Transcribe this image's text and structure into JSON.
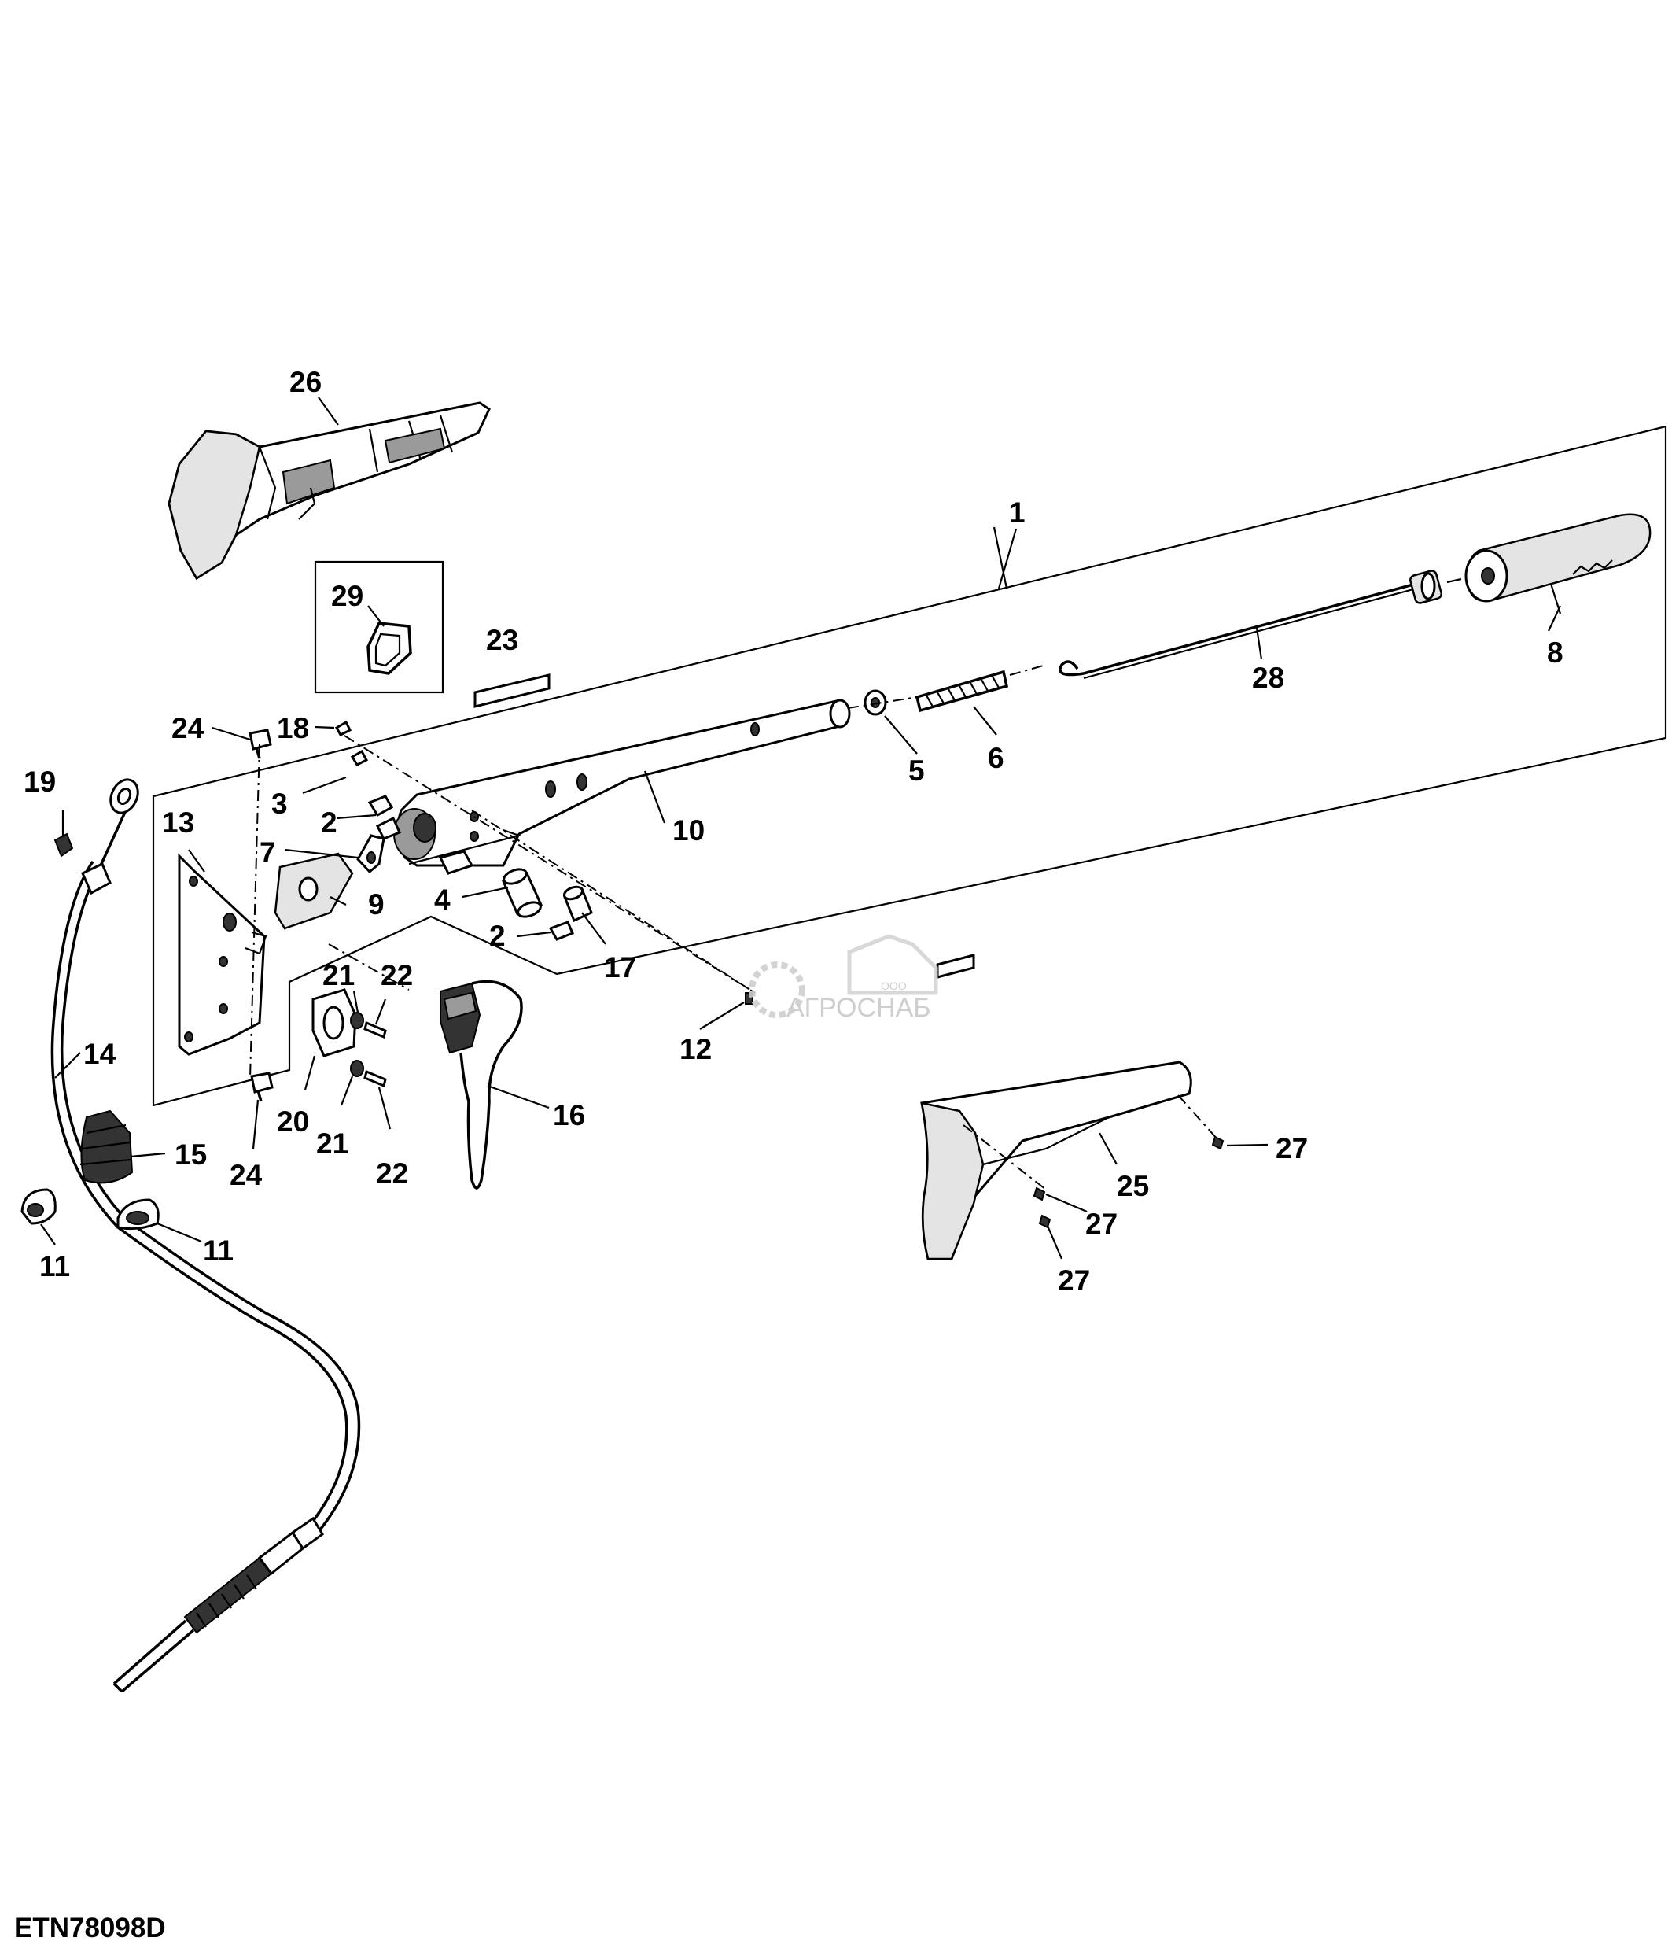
{
  "figure_code": "ETN78098D",
  "watermark": {
    "name": "АГРОСНАБ",
    "prefix": "ООО"
  },
  "callouts": [
    {
      "key": "c26",
      "text": "26"
    },
    {
      "key": "c1",
      "text": "1"
    },
    {
      "key": "c29",
      "text": "29"
    },
    {
      "key": "c23",
      "text": "23"
    },
    {
      "key": "c8",
      "text": "8"
    },
    {
      "key": "c28",
      "text": "28"
    },
    {
      "key": "c24a",
      "text": "24"
    },
    {
      "key": "c18",
      "text": "18"
    },
    {
      "key": "c19",
      "text": "19"
    },
    {
      "key": "c3",
      "text": "3"
    },
    {
      "key": "c2a",
      "text": "2"
    },
    {
      "key": "c5",
      "text": "5"
    },
    {
      "key": "c6",
      "text": "6"
    },
    {
      "key": "c13",
      "text": "13"
    },
    {
      "key": "c7",
      "text": "7"
    },
    {
      "key": "c9",
      "text": "9"
    },
    {
      "key": "c10",
      "text": "10"
    },
    {
      "key": "c4",
      "text": "4"
    },
    {
      "key": "c2b",
      "text": "2"
    },
    {
      "key": "c17",
      "text": "17"
    },
    {
      "key": "c21a",
      "text": "21"
    },
    {
      "key": "c22a",
      "text": "22"
    },
    {
      "key": "c14",
      "text": "14"
    },
    {
      "key": "c12",
      "text": "12"
    },
    {
      "key": "c16",
      "text": "16"
    },
    {
      "key": "c20",
      "text": "20"
    },
    {
      "key": "c21b",
      "text": "21"
    },
    {
      "key": "c15",
      "text": "15"
    },
    {
      "key": "c24b",
      "text": "24"
    },
    {
      "key": "c22b",
      "text": "22"
    },
    {
      "key": "c27a",
      "text": "27"
    },
    {
      "key": "c25",
      "text": "25"
    },
    {
      "key": "c27b",
      "text": "27"
    },
    {
      "key": "c11a",
      "text": "11"
    },
    {
      "key": "c11b",
      "text": "11"
    },
    {
      "key": "c27c",
      "text": "27"
    }
  ]
}
